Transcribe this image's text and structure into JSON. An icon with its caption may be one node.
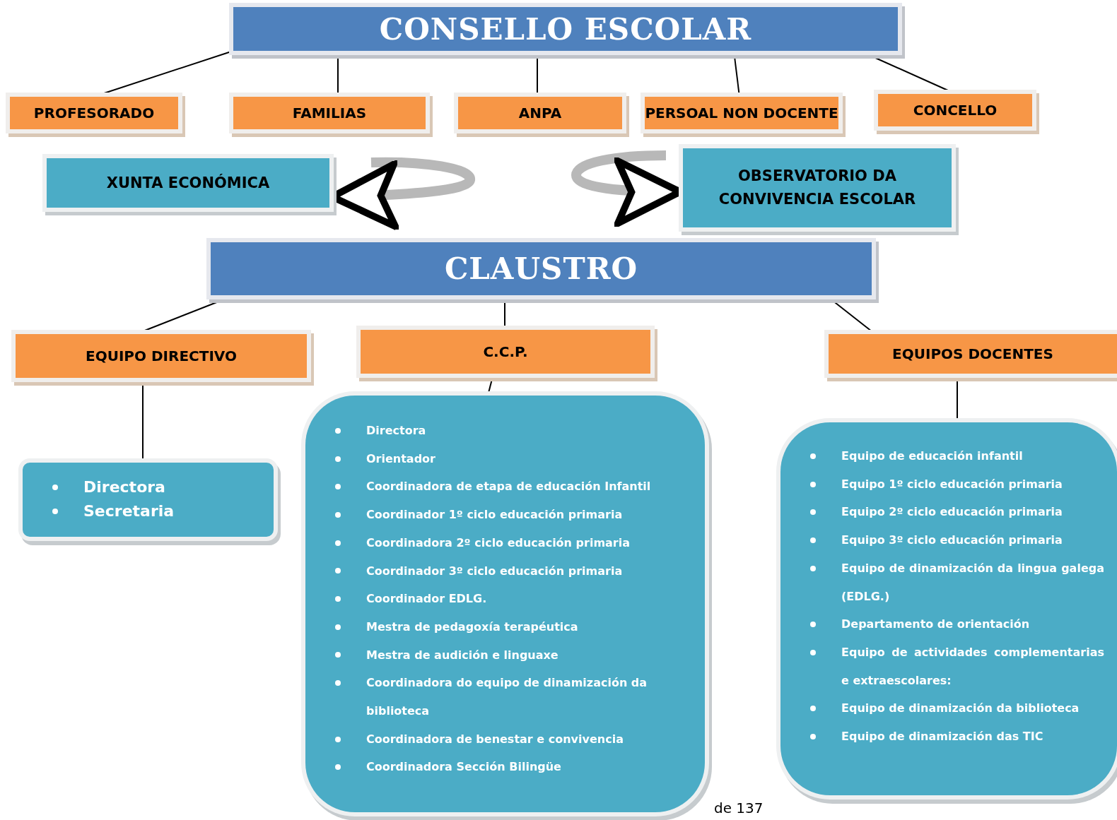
{
  "diagram": {
    "nodes": [
      {
        "text": [
          "CONSELLO ESCOLAR"
        ]
      },
      {
        "text": [
          "PROFESORADO"
        ]
      },
      {
        "text": [
          "FAMILIAS"
        ]
      },
      {
        "text": [
          "ANPA"
        ]
      },
      {
        "text": [
          "PERSOAL NON DOCENTE"
        ]
      },
      {
        "text": [
          "CONCELLO"
        ]
      },
      {
        "text": [
          "XUNTA ECONÓMICA"
        ]
      },
      {
        "text": [
          "OBSERVATORIO DA CONVIVENCIA ESCOLAR"
        ]
      },
      {
        "text": [
          "CLAUSTRO"
        ]
      },
      {
        "text": [
          "EQUIPO DIRECTIVO"
        ]
      },
      {
        "text": [
          "C.C.P."
        ]
      },
      {
        "text": [
          "EQUIPOS DOCENTES"
        ]
      },
      {
        "text": [
          "Directora",
          "Secretaria"
        ]
      },
      {
        "text": [
          "Directora",
          "Orientador",
          "Coordinadora de etapa de educación Infantil",
          "Coordinador 1º ciclo educación primaria",
          "Coordinadora 2º ciclo educación primaria",
          "Coordinador 3º ciclo educación primaria",
          "Coordinador EDLG.",
          "Mestra de pedagoxía terapéutica",
          "Mestra de audición e linguaxe",
          "Coordinadora do equipo de dinamización da biblioteca",
          "Coordinadora de benestar e convivencia",
          "Coordinadora Sección Bilingüe"
        ]
      },
      {
        "text": [
          "Equipo de educación infantil",
          "Equipo 1º ciclo educación primaria",
          "Equipo 2º ciclo educación primaria",
          "Equipo 3º ciclo educación primaria",
          "Equipo de dinamización da lingua galega (EDLG.)",
          "Departamento de orientación",
          "Equipo de actividades complementarias e extraescolares:",
          "Equipo de dinamización da biblioteca",
          "Equipo de dinamización das TIC"
        ]
      }
    ],
    "edges": [
      {
        "from": 0,
        "to": 1,
        "arrow": "none"
      },
      {
        "from": 0,
        "to": 2,
        "arrow": "none"
      },
      {
        "from": 0,
        "to": 3,
        "arrow": "none"
      },
      {
        "from": 0,
        "to": 4,
        "arrow": "none"
      },
      {
        "from": 0,
        "to": 5,
        "arrow": "none"
      },
      {
        "from": null,
        "to": 6,
        "arrow": "to",
        "style": "thick",
        "color": "#b8b8b8"
      },
      {
        "from": null,
        "to": 7,
        "arrow": "to",
        "style": "thick",
        "color": "#b8b8b8"
      },
      {
        "from": 8,
        "to": 9,
        "arrow": "none"
      },
      {
        "from": 8,
        "to": 10,
        "arrow": "none"
      },
      {
        "from": 8,
        "to": 11,
        "arrow": "none"
      },
      {
        "from": 9,
        "to": 12,
        "arrow": "none"
      },
      {
        "from": 10,
        "to": 13,
        "arrow": "none"
      },
      {
        "from": 11,
        "to": 14,
        "arrow": "none"
      }
    ],
    "labels": [
      "de 137"
    ]
  }
}
